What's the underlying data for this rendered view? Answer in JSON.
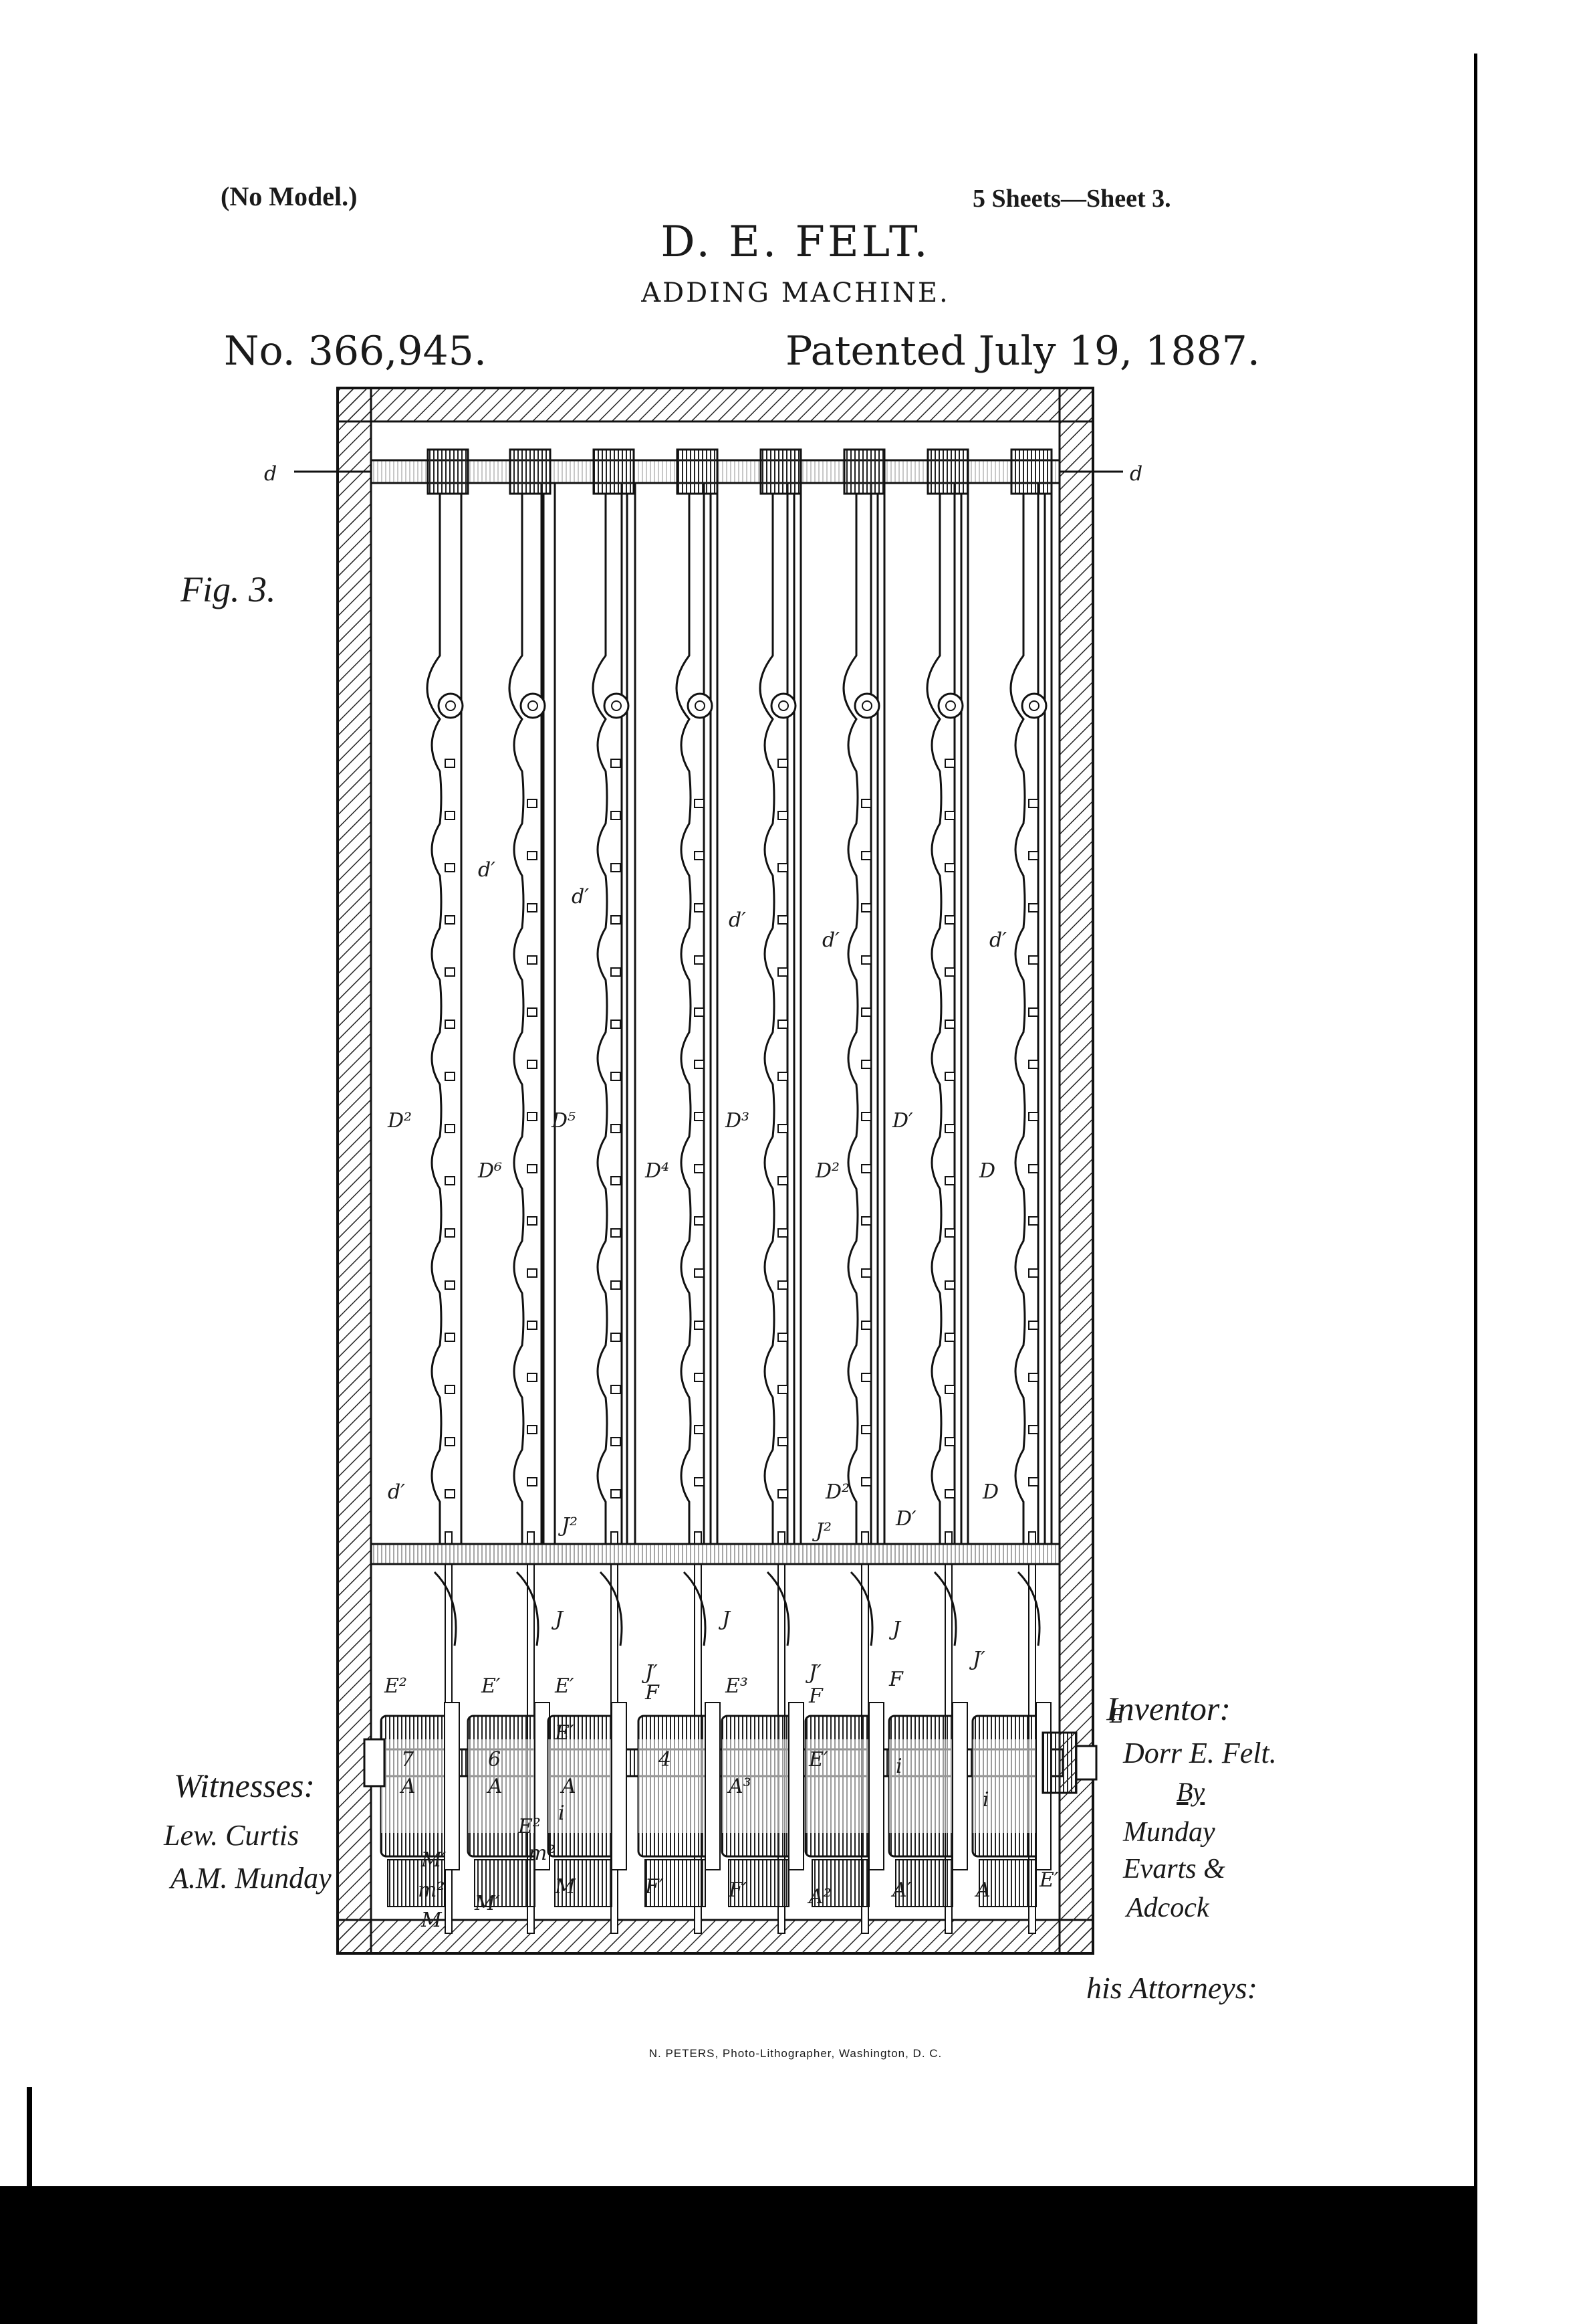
{
  "header": {
    "model": "(No Model.)",
    "sheets": "5 Sheets—Sheet 3.",
    "inventor": "D. E. FELT.",
    "title": "ADDING MACHINE.",
    "patent_no": "No. 366,945.",
    "patented": "Patented July 19, 1887."
  },
  "figure": {
    "label": "Fig. 3.",
    "refs": {
      "d_left": "d",
      "d_right": "d",
      "racks": [
        "D²",
        "D⁶",
        "D⁵",
        "D⁴",
        "D³",
        "D²",
        "D′",
        "D"
      ],
      "d_prime": [
        "d′",
        "d′",
        "d′",
        "d′",
        "d′",
        "d′"
      ],
      "lower": [
        "D²",
        "D′",
        "D",
        "J²",
        "J²",
        "J",
        "J",
        "J′",
        "J′",
        "J",
        "J′"
      ],
      "gears": [
        "E²",
        "E′",
        "E′",
        "F",
        "E³",
        "F",
        "F",
        "E′",
        "E",
        "E′",
        "E²"
      ],
      "gear_bottom": [
        "M′",
        "m²",
        "M",
        "m²",
        "M′",
        "M",
        "F′",
        "F′",
        "A²",
        "A′",
        "A",
        "E′"
      ],
      "axle": [
        "7",
        "A",
        "6",
        "A",
        "A",
        "4",
        "A³",
        "E′",
        "i",
        "i",
        "i"
      ]
    }
  },
  "witnesses": {
    "title": "Witnesses:",
    "names": [
      "Lew. Curtis",
      "A.M. Munday"
    ]
  },
  "inventor_block": {
    "title": "Inventor:",
    "name": "Dorr E. Felt.",
    "by": "By",
    "attorneys": [
      "Munday",
      "Evarts &",
      "Adcock"
    ],
    "attys_label": "his Attorneys:"
  },
  "printer": "N. PETERS, Photo-Lithographer, Washington, D. C."
}
